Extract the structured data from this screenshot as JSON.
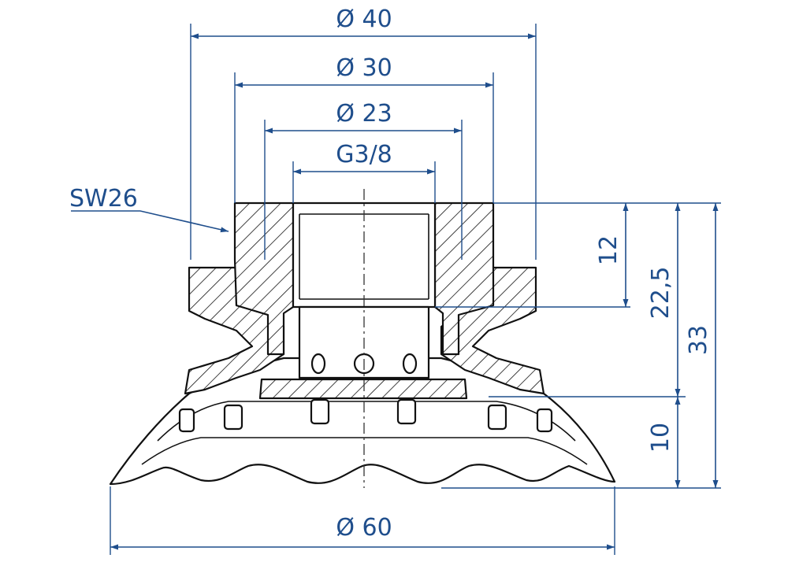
{
  "colors": {
    "dimension": "#1f4e8c",
    "outline": "#111111",
    "background": "#ffffff"
  },
  "dimensions": {
    "d40": "Ø 40",
    "d30": "Ø 30",
    "d23": "Ø 23",
    "thread": "G3/8",
    "d60": "Ø 60",
    "h12": "12",
    "h22_5": "22,5",
    "h33": "33",
    "h10": "10"
  },
  "callouts": {
    "wrench_size": "SW26"
  }
}
